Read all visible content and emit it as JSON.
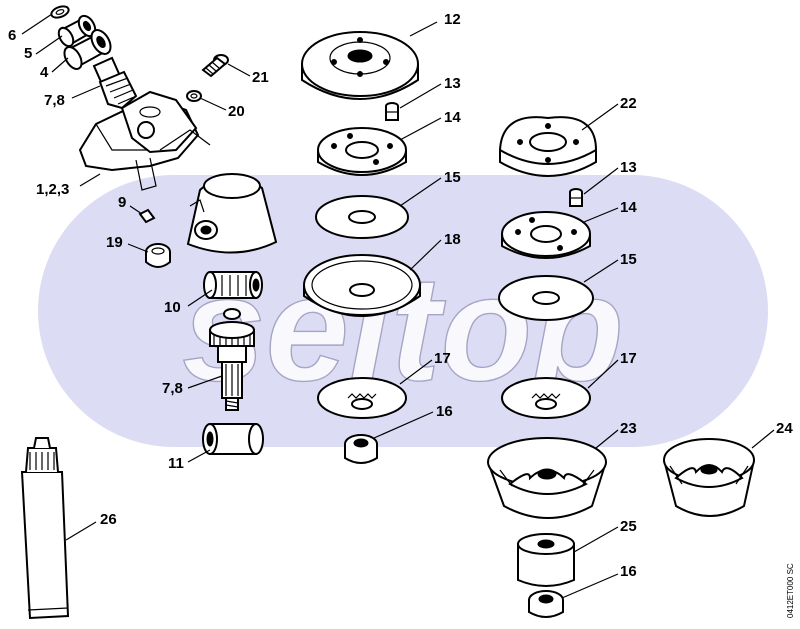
{
  "watermark": "seltop",
  "drawing_code": "0412ET000 SC",
  "colors": {
    "watermark_band": "#dcdcf4",
    "line": "#000000",
    "background": "#ffffff"
  },
  "labels": {
    "l1": "12",
    "l2": "13",
    "l3": "14",
    "l4": "15",
    "l5": "18",
    "l6": "17",
    "l7": "16",
    "l8": "22",
    "l9": "13",
    "l10": "14",
    "l11": "15",
    "l12": "17",
    "l13": "23",
    "l14": "24",
    "l15": "25",
    "l16": "16",
    "l17": "6",
    "l18": "5",
    "l19": "4",
    "l20": "7,8",
    "l21": "21",
    "l22": "20",
    "l23": "1,2,3",
    "l24": "9",
    "l25": "19",
    "l26": "10",
    "l27": "7,8",
    "l28": "11",
    "l29": "26"
  }
}
